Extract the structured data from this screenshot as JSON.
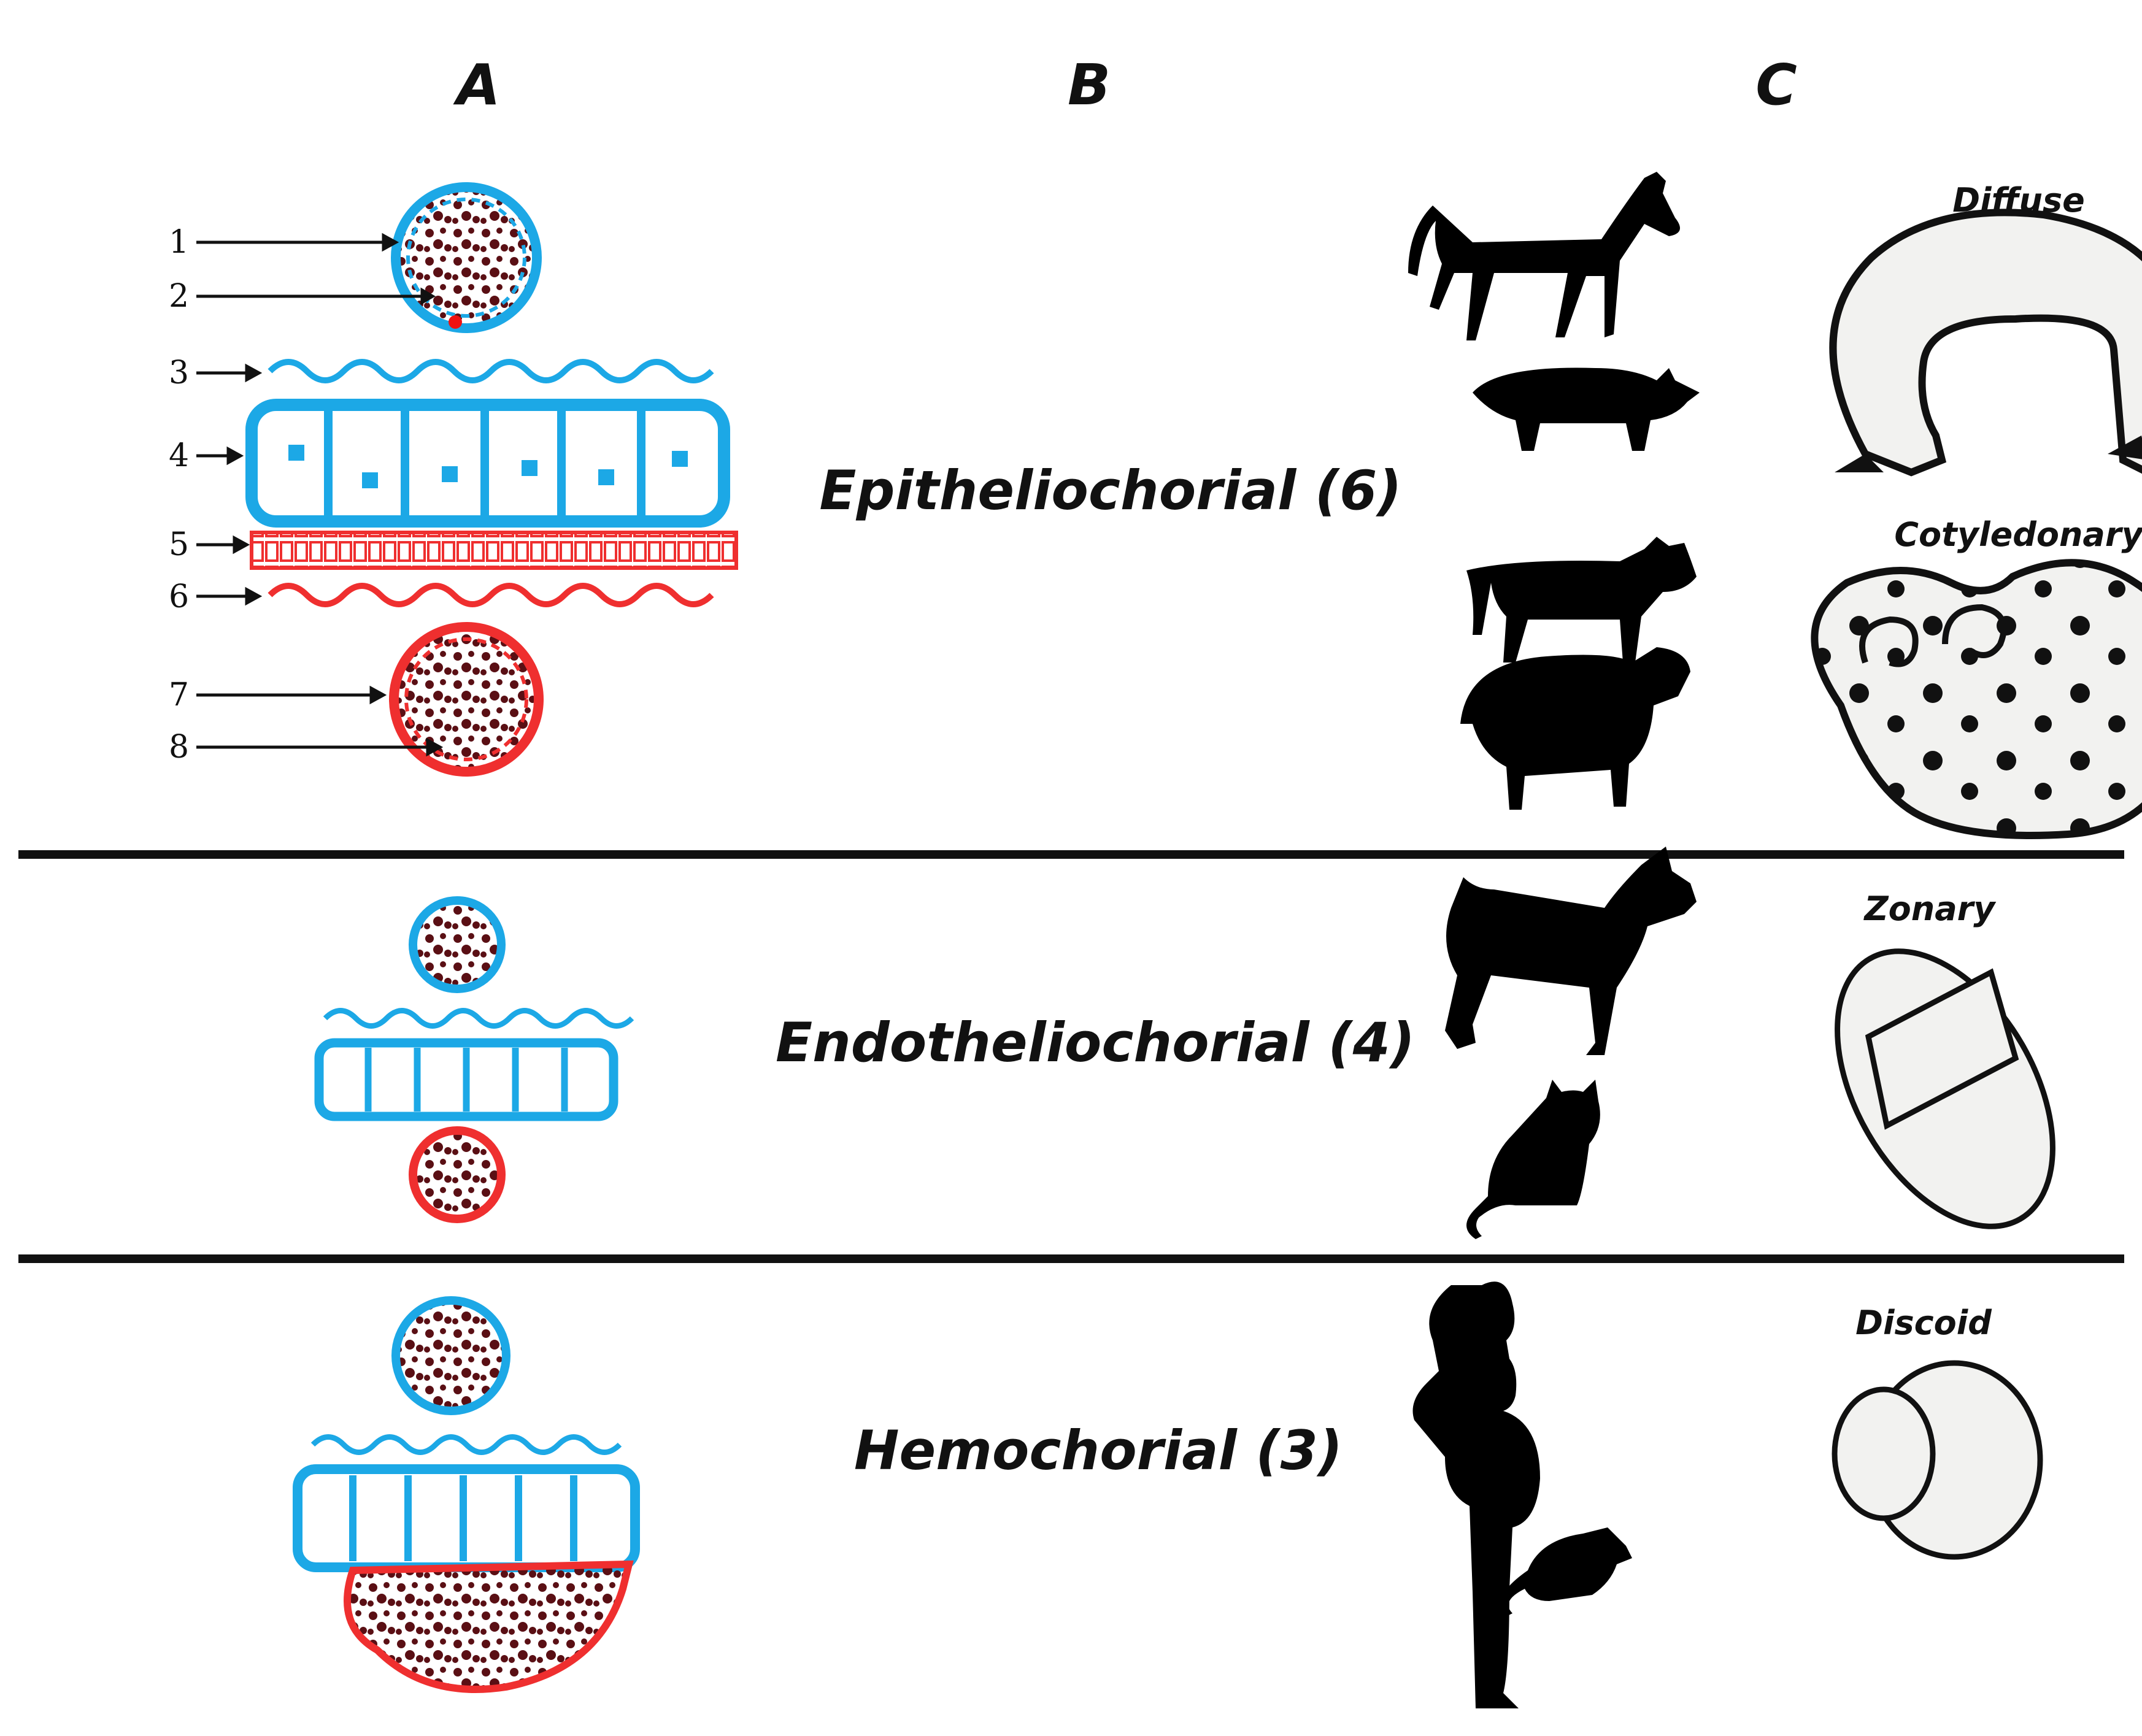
{
  "columns": {
    "a": "A",
    "b": "B",
    "c": "C"
  },
  "layer_numbers": [
    "1",
    "2",
    "3",
    "4",
    "5",
    "6",
    "7",
    "8"
  ],
  "rows": [
    {
      "type_label": "Epitheliochorial (6)",
      "shapes": [
        "Diffuse",
        "Cotyledonary"
      ]
    },
    {
      "type_label": "Endotheliochorial (4)",
      "shapes": [
        "Zonary"
      ]
    },
    {
      "type_label": "Hemochorial  (3)",
      "shapes": [
        "Discoid"
      ]
    }
  ],
  "colors": {
    "fetal": "#1ca8e6",
    "maternal": "#ef2f2f",
    "blood_cells": "#5a0f14",
    "silhouette": "#000000",
    "placenta_fill": "#f2f2f0"
  }
}
